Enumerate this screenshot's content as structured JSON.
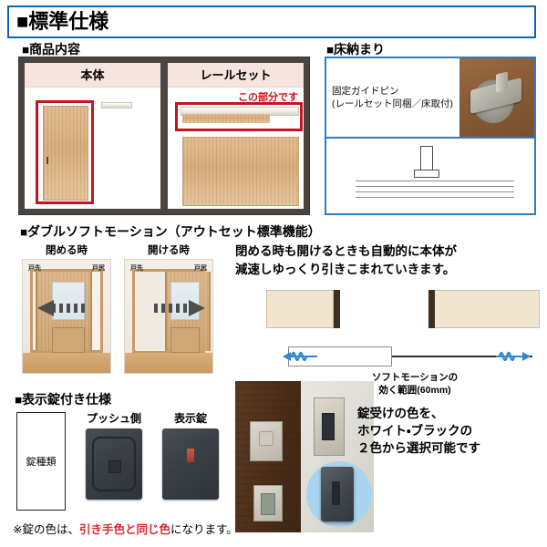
{
  "title": {
    "marker": "■",
    "text": "標準仕様"
  },
  "sections": {
    "goods": {
      "marker": "■",
      "heading": "商品内容",
      "cards": [
        {
          "caption": "本体"
        },
        {
          "caption": "レールセット",
          "red_note": "この部分です"
        }
      ]
    },
    "floor": {
      "marker": "■",
      "heading": "床納まり",
      "pin_caption_line1": "固定ガイドピン",
      "pin_caption_line2": "(レールセット同梱／床取付)"
    },
    "soft_motion": {
      "marker": "■",
      "heading": "ダブルソフトモーション（アウトセット標準機能）",
      "description_line1": "閉める時も開けるときも自動的に本体が",
      "description_line2": "減速しゆっくり引きこまれていきます。",
      "door_cards": [
        {
          "title": "閉める時",
          "label_left": "戸先",
          "label_right": "戸尻"
        },
        {
          "title": "開ける時",
          "label_left": "戸先",
          "label_right": "戸尻"
        }
      ],
      "range_caption_line1": "ソフトモーションの",
      "range_caption_line2": "効く範囲(60mm)"
    },
    "lock": {
      "marker": "■",
      "heading": "表示錠付き仕様",
      "type_box_label": "錠種類",
      "items": [
        {
          "label": "プッシュ側"
        },
        {
          "label": "表示錠"
        }
      ],
      "right_note_line1": "錠受けの色を、",
      "right_note_line2": "ホワイト・ブラックの",
      "right_note_line3": "２色から選択可能です",
      "bottom_note_prefix": "※錠の色は、",
      "bottom_note_highlight": "引き手色と同じ色",
      "bottom_note_suffix": "になります。"
    }
  },
  "colors": {
    "title_border": "#1663ad",
    "floor_border": "#2f7dc4",
    "red_accent": "#c4161c",
    "note_red": "#e0262c",
    "goods_frame": "#4a4540"
  }
}
